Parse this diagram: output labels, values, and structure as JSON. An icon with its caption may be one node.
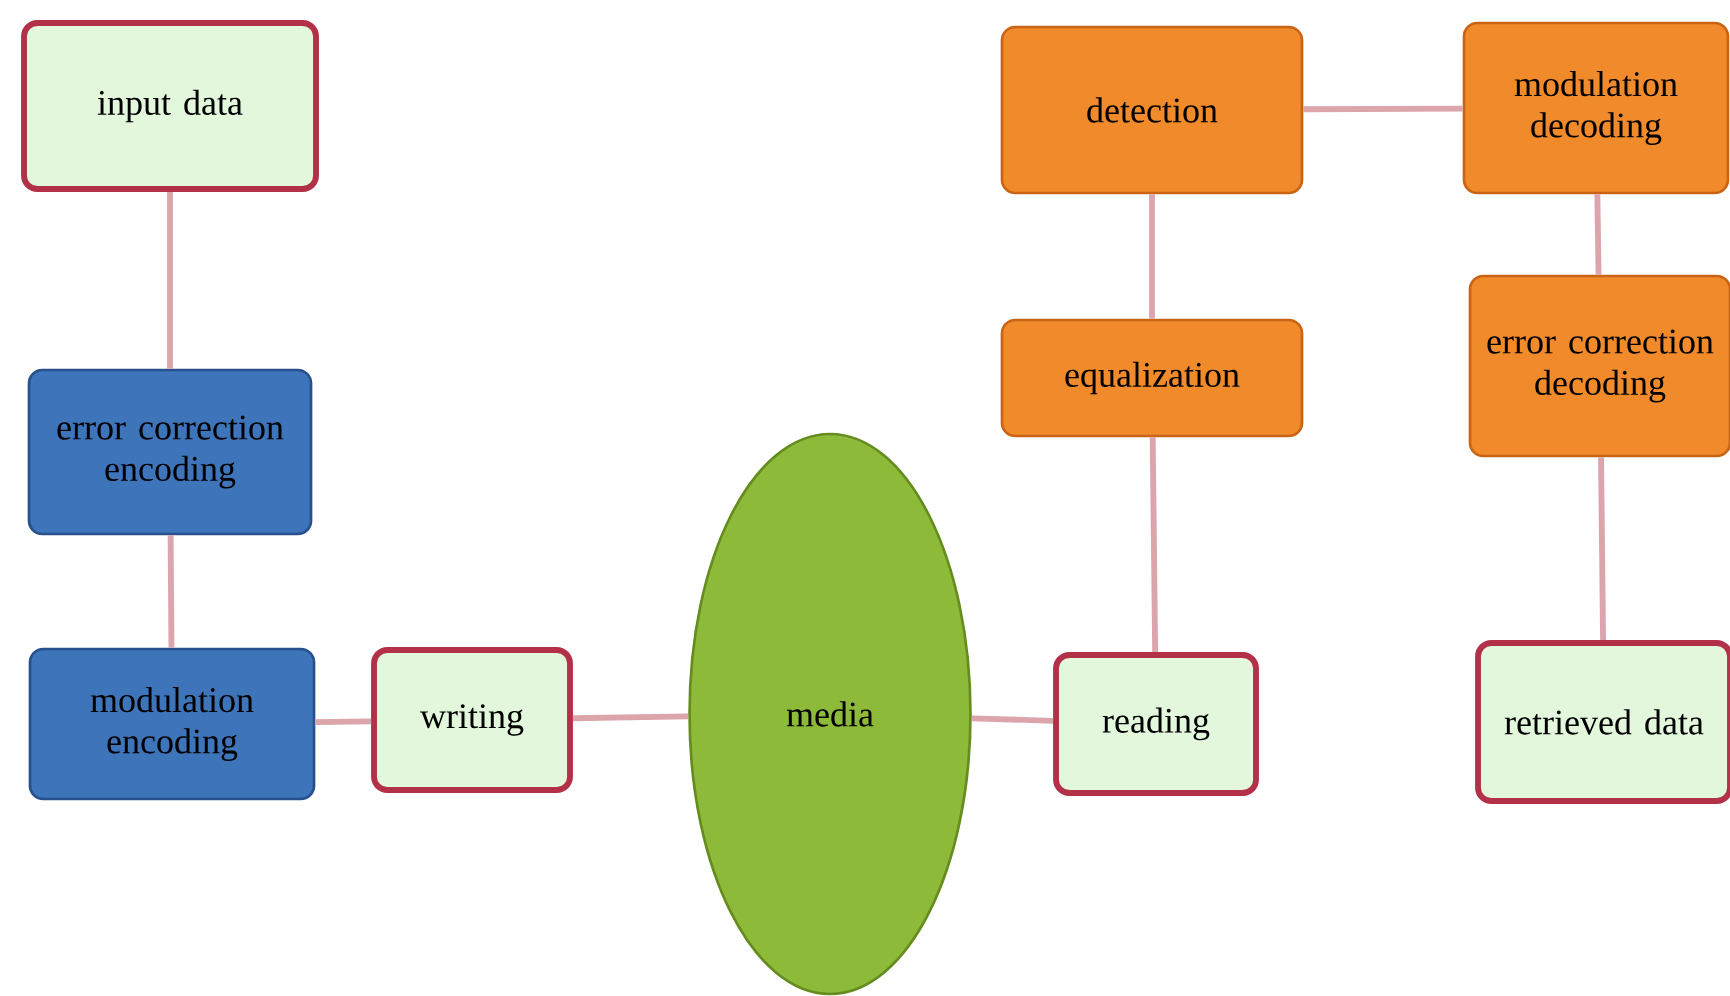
{
  "diagram": {
    "nodes": [
      {
        "text": [
          "input data"
        ]
      },
      {
        "text": [
          "error correction encoding"
        ]
      },
      {
        "text": [
          "modulation encoding"
        ]
      },
      {
        "text": [
          "writing"
        ]
      },
      {
        "text": [
          "media"
        ]
      },
      {
        "text": [
          "reading"
        ]
      },
      {
        "text": [
          "equalization"
        ]
      },
      {
        "text": [
          "detection"
        ]
      },
      {
        "text": [
          "modulation decoding"
        ]
      },
      {
        "text": [
          "error correction decoding"
        ]
      },
      {
        "text": [
          "retrieved data"
        ]
      }
    ],
    "edges": [
      {
        "from": 0,
        "to": 1,
        "arrow": "none"
      },
      {
        "from": 1,
        "to": 2,
        "arrow": "none"
      },
      {
        "from": 2,
        "to": 3,
        "arrow": "none"
      },
      {
        "from": 3,
        "to": 4,
        "arrow": "none"
      },
      {
        "from": 4,
        "to": 5,
        "arrow": "none"
      },
      {
        "from": 5,
        "to": 6,
        "arrow": "none"
      },
      {
        "from": 6,
        "to": 7,
        "arrow": "none"
      },
      {
        "from": 7,
        "to": 8,
        "arrow": "none"
      },
      {
        "from": 8,
        "to": 9,
        "arrow": "none"
      },
      {
        "from": 9,
        "to": 10,
        "arrow": "none"
      }
    ]
  }
}
